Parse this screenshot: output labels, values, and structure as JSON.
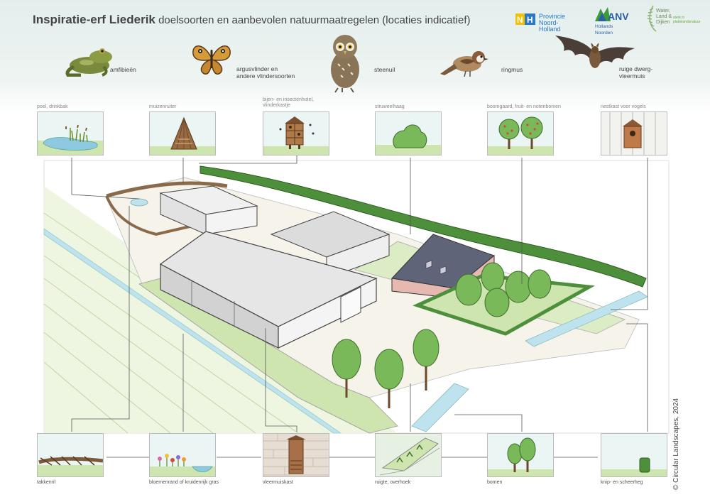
{
  "header": {
    "title_bold": "Inspiratie-erf Liederik",
    "title_rest": "doelsoorten en aanbevolen natuurmaatregelen (locaties indicatief)"
  },
  "logos": {
    "provincie_line1": "Provincie",
    "provincie_line2": "Noord-Holland",
    "anv_line1": "ANV",
    "anv_line2": "Hollands Noorden",
    "wld_line1": "Water,",
    "wld_line2": "Land &",
    "wld_line3": "Dijken",
    "wld_tag1": "sterk in",
    "wld_tag2": "plattelandsnatuur"
  },
  "species": [
    {
      "label": "amfibieën"
    },
    {
      "label": "argusvlinder en",
      "label2": "andere vlindersoorten"
    },
    {
      "label": "steenuil"
    },
    {
      "label": "ringmus"
    },
    {
      "label": "ruige dwerg-",
      "label2": "vleermuis"
    }
  ],
  "measures_top": [
    {
      "label": "poel, drinkbak"
    },
    {
      "label": "muizenruiter"
    },
    {
      "label": "bijen- en insectenhotel,",
      "label2": "vlinderkastje"
    },
    {
      "label": "struweelhaag"
    },
    {
      "label": "boomgaard, fruit- en notenbomen"
    },
    {
      "label": "nestkast voor vogels"
    }
  ],
  "measures_bottom": [
    {
      "label": "takkenril"
    },
    {
      "label": "bloemenrand of kruidenrijk gras"
    },
    {
      "label": "vleermuiskast"
    },
    {
      "label": "ruigte, overhoek"
    },
    {
      "label": "bomen"
    },
    {
      "label": "knip- en scheerheg"
    }
  ],
  "copyright": "© Circular Landscapes, 2024",
  "colors": {
    "grass": "#cfe5b0",
    "tree": "#79b95a",
    "roof": "#5f6478",
    "wall": "#e6b9b0",
    "water": "#bfe3ee",
    "hedge": "#4e8f3c"
  }
}
